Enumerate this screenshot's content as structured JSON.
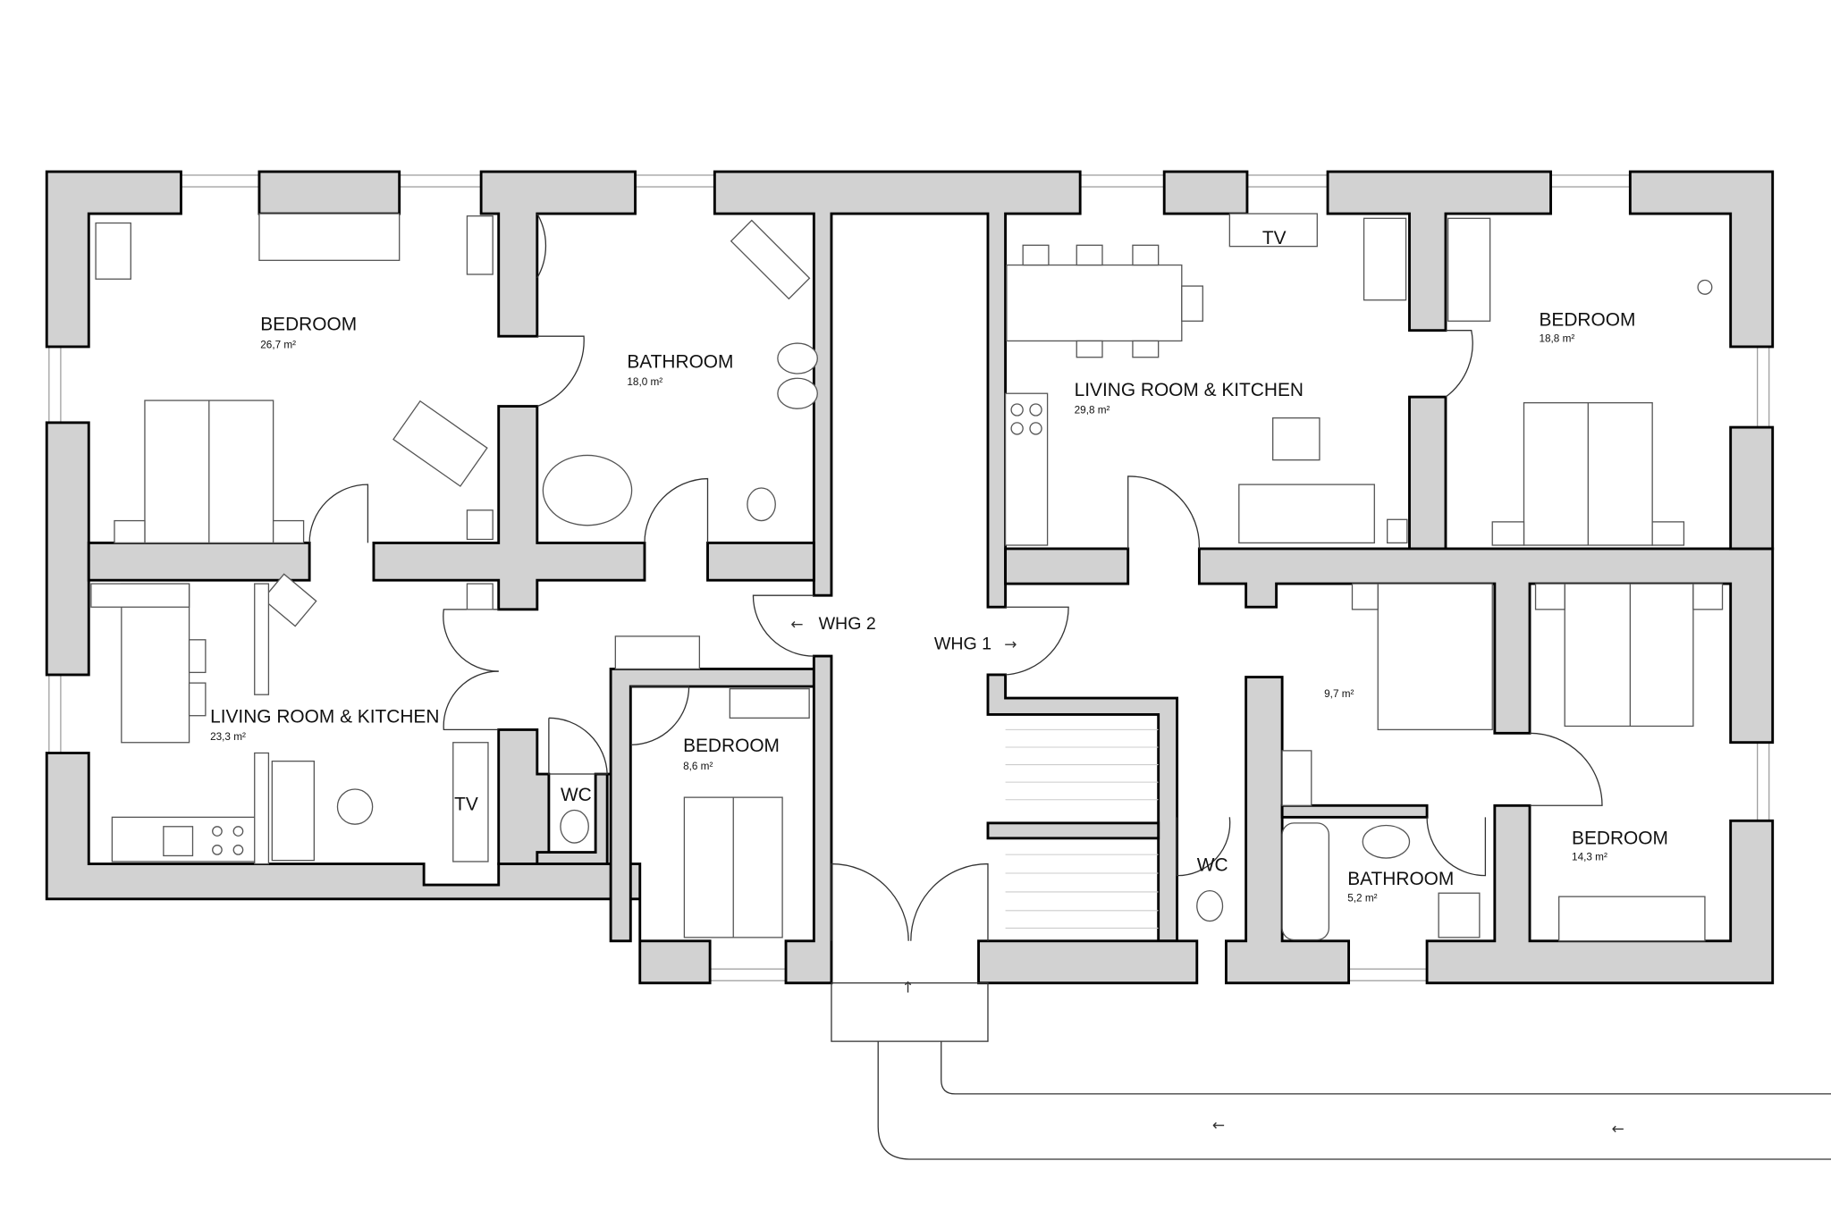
{
  "plan": {
    "units": {
      "left": "WHG 2",
      "right": "WHG 1"
    },
    "rooms": [
      {
        "name": "BEDROOM",
        "area": "26,7 m²"
      },
      {
        "name": "BATHROOM",
        "area": "18,0 m²"
      },
      {
        "name": "LIVING ROOM & KITCHEN",
        "area": "23,3 m²"
      },
      {
        "name": "WC",
        "area": ""
      },
      {
        "name": "BEDROOM",
        "area": "8,6 m²"
      },
      {
        "name": "LIVING ROOM & KITCHEN",
        "area": "29,8 m²"
      },
      {
        "name": "BEDROOM",
        "area": "18,8 m²"
      },
      {
        "name": "",
        "area": "9,7 m²"
      },
      {
        "name": "BEDROOM",
        "area": "14,3 m²"
      },
      {
        "name": "WC",
        "area": ""
      },
      {
        "name": "BATHROOM",
        "area": "5,2 m²"
      }
    ],
    "tv_labels": [
      "TV",
      "TV"
    ],
    "arrows": {
      "left": "←",
      "up": "↑",
      "right": "→"
    },
    "colors": {
      "wall_fill": "#d2d2d2",
      "line": "#000000"
    }
  }
}
